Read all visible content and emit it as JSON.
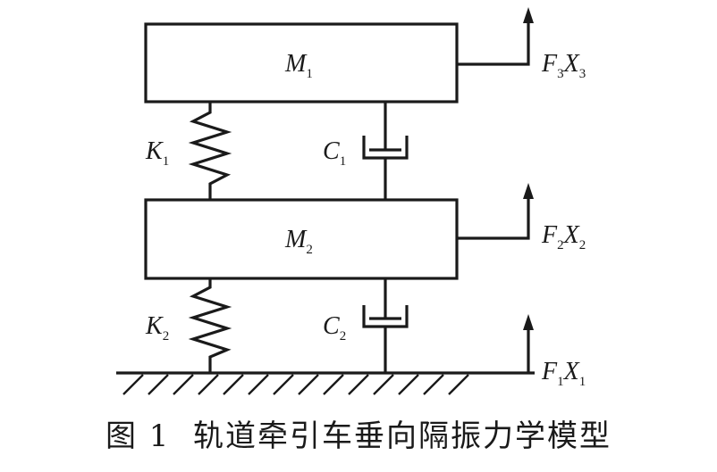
{
  "masses": {
    "m1": {
      "letter": "M",
      "sub": "1"
    },
    "m2": {
      "letter": "M",
      "sub": "2"
    }
  },
  "springs": {
    "k1": {
      "letter": "K",
      "sub": "1"
    },
    "k2": {
      "letter": "K",
      "sub": "2"
    }
  },
  "dampers": {
    "c1": {
      "letter": "C",
      "sub": "1"
    },
    "c2": {
      "letter": "C",
      "sub": "2"
    }
  },
  "forces": {
    "top": {
      "f": "F",
      "f_sub": "3",
      "x": "X",
      "x_sub": "3"
    },
    "mid": {
      "f": "F",
      "f_sub": "2",
      "x": "X",
      "x_sub": "2"
    },
    "ground": {
      "f": "F",
      "f_sub": "1",
      "x": "X",
      "x_sub": "1"
    }
  },
  "caption": "图 1  轨道牵引车垂向隔振力学模型"
}
